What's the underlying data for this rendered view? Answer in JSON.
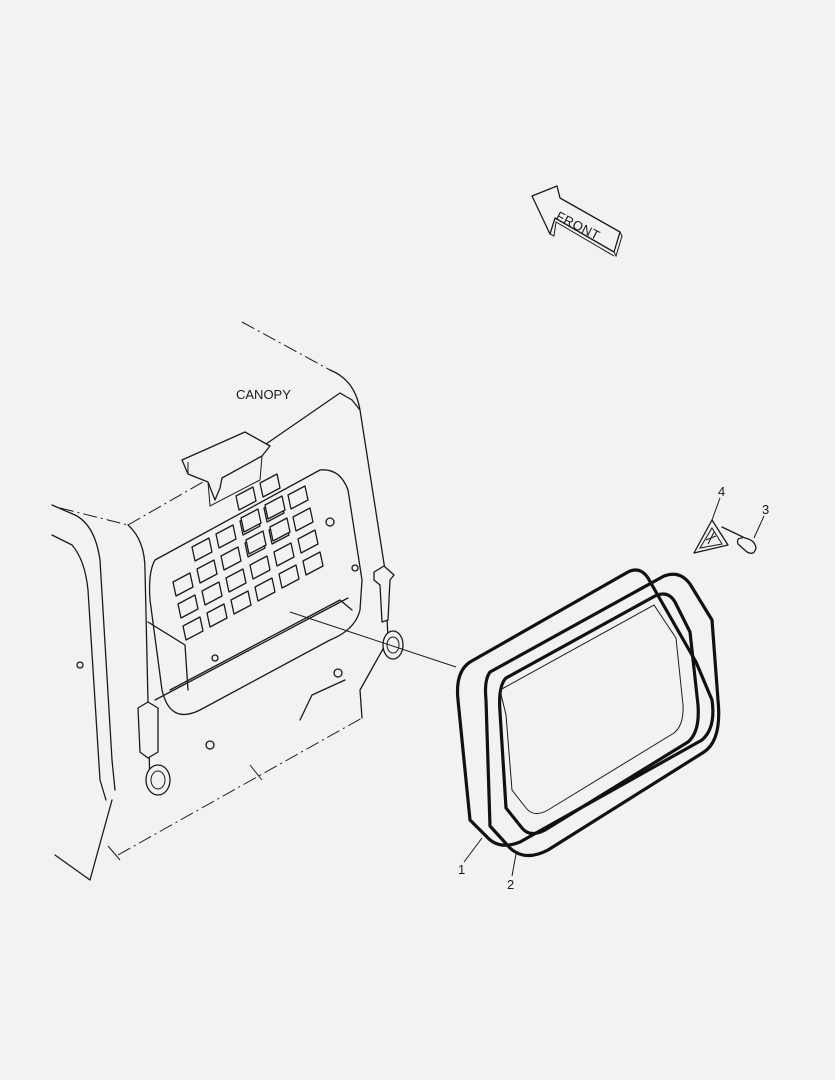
{
  "labels": {
    "canopy": "CANOPY",
    "front": "FRONT"
  },
  "callouts": [
    {
      "id": "1"
    },
    {
      "id": "2"
    },
    {
      "id": "3"
    },
    {
      "id": "4"
    }
  ]
}
